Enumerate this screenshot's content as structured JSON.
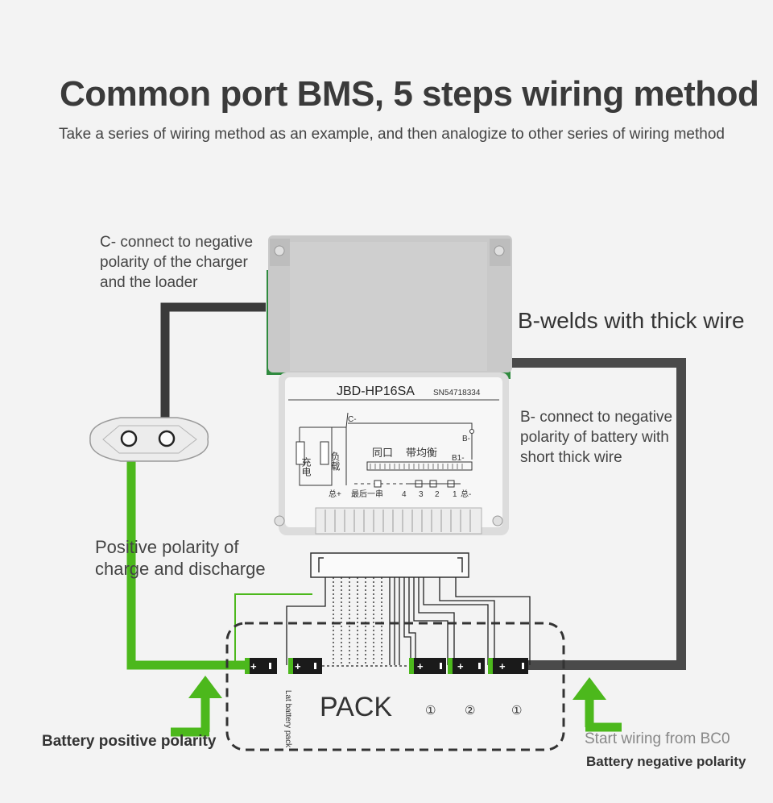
{
  "header": {
    "title": "Common port BMS, 5 steps wiring method",
    "subtitle": "Take a series of wiring method as an example, and then analogize to other series of wiring method"
  },
  "labels": {
    "c_minus_line1": "C- connect to negative",
    "c_minus_line2": "polarity of the charger",
    "c_minus_line3": "and the loader",
    "b_welds": "B-welds with thick wire",
    "b_minus_line1": "B- connect to negative",
    "b_minus_line2": "polarity of battery with",
    "b_minus_line3": "short thick wire",
    "positive_line1": "Positive polarity of",
    "positive_line2": "charge and discharge",
    "battery_positive": "Battery positive polarity",
    "start_wiring": "Start wiring from BC0",
    "battery_negative": "Battery negative polarity",
    "pack": "PACK",
    "lat_battery_pack": "Lat battery pack",
    "cell_nums": [
      "①",
      "②",
      "①"
    ]
  },
  "board": {
    "model": "JBD-HP16SA",
    "serial": "SN54718334",
    "c_minus": "C-",
    "b_minus": "B-",
    "b1_minus": "B1-",
    "charge_label": "充电",
    "load_label": "负载",
    "common_port": "同口",
    "balance": "带均衡",
    "total_plus": "总+",
    "last_string": "最后一串",
    "n4": "4",
    "n3": "3",
    "n2": "2",
    "n1": "1",
    "total_minus": "总-"
  },
  "colors": {
    "green_wire": "#4cb81c",
    "dark_wire": "#3a3a3a",
    "board_metal": "#c8c8c8",
    "background": "#f3f3f3"
  }
}
